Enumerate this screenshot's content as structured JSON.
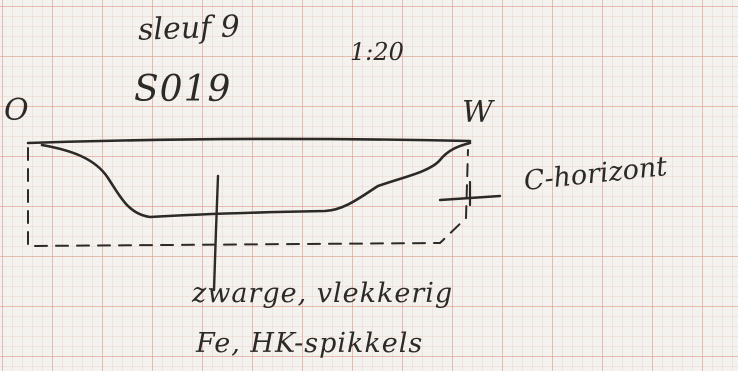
{
  "sheet": {
    "trace_label": "sleuf 9",
    "find_number": "S019",
    "scale": "1:20",
    "west_label": "O",
    "east_label": "W",
    "horizon_label": "C-horizont",
    "description_line1": "zwarge, vlekkerig",
    "description_line2": "Fe, HK-spikkels"
  }
}
